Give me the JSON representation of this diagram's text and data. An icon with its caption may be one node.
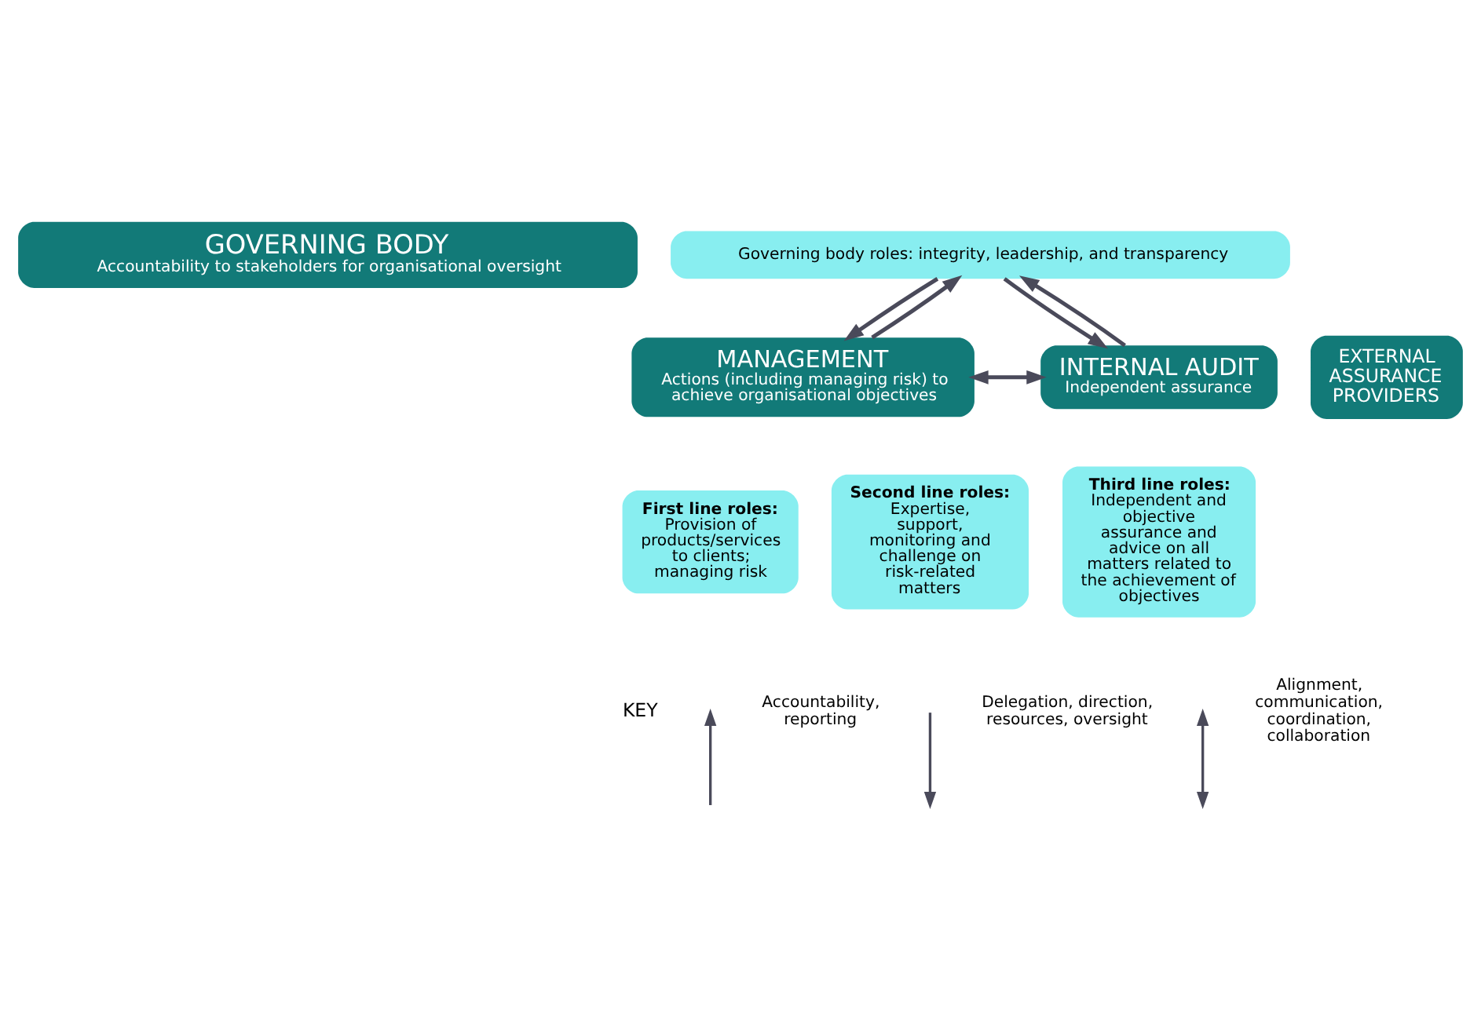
{
  "diagram": {
    "nodes": [
      {
        "text": [
          "GOVERNING BODY",
          "Accountability to stakeholders for organisational oversight"
        ]
      },
      {
        "text": [
          "Governing body roles: integrity, leadership, and transparency"
        ]
      },
      {
        "text": [
          "MANAGEMENT",
          "Actions (including managing risk) to achieve organisational objectives"
        ]
      },
      {
        "text": [
          "First line roles:",
          "Provision of products/services to clients; managing risk"
        ]
      },
      {
        "text": [
          "Second line roles:",
          "Expertise, support, monitoring and challenge on risk-related matters"
        ]
      },
      {
        "text": [
          "INTERNAL AUDIT",
          "Independent assurance"
        ]
      },
      {
        "text": [
          "Third line roles:",
          "Independent and objective assurance and advice on all matters related to the achievement of objectives"
        ]
      },
      {
        "text": [
          "EXTERNAL ASSURANCE PROVIDERS"
        ]
      }
    ],
    "edges": [
      {
        "from": 1,
        "to": 2,
        "arrow": "to"
      },
      {
        "from": 2,
        "to": 1,
        "arrow": "to"
      },
      {
        "from": 1,
        "to": 5,
        "arrow": "to"
      },
      {
        "from": 5,
        "to": 1,
        "arrow": "to"
      },
      {
        "from": 2,
        "to": 5,
        "arrow": "both"
      }
    ],
    "labels": [
      "KEY"
    ],
    "legend": [
      {
        "text": "Accountability, reporting"
      },
      {
        "text": "Delegation, direction, resources, oversight"
      },
      {
        "text": "Alignment, communication, coordination, collaboration"
      }
    ]
  }
}
